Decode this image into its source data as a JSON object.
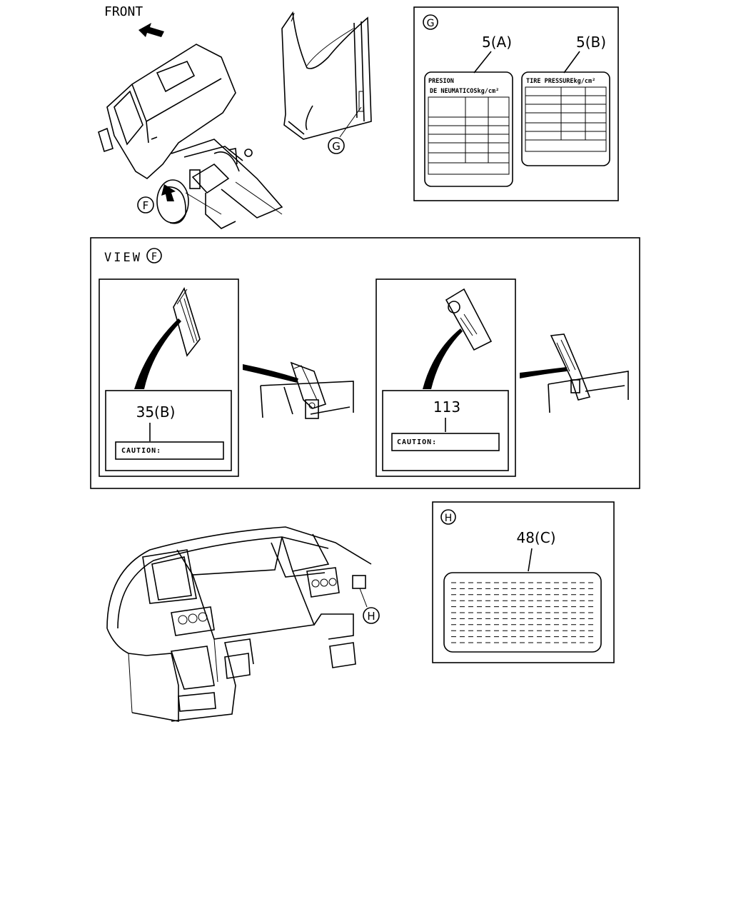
{
  "front_label": "FRONT",
  "callouts": {
    "F": "F",
    "G": "G",
    "H": "H"
  },
  "box_g": {
    "label_a_ref": "5(A)",
    "label_b_ref": "5(B)",
    "label_a_line1": "PRESION",
    "label_a_line2": "DE NEUMATICOSkg/cm²",
    "label_b_line1": "TIRE PRESSUREkg/cm²"
  },
  "view_f": {
    "title": "VIEW",
    "left_ref": "35(B)",
    "left_caution": "CAUTION:",
    "right_ref": "113",
    "right_caution": "CAUTION:"
  },
  "box_h": {
    "ref": "48(C)"
  }
}
